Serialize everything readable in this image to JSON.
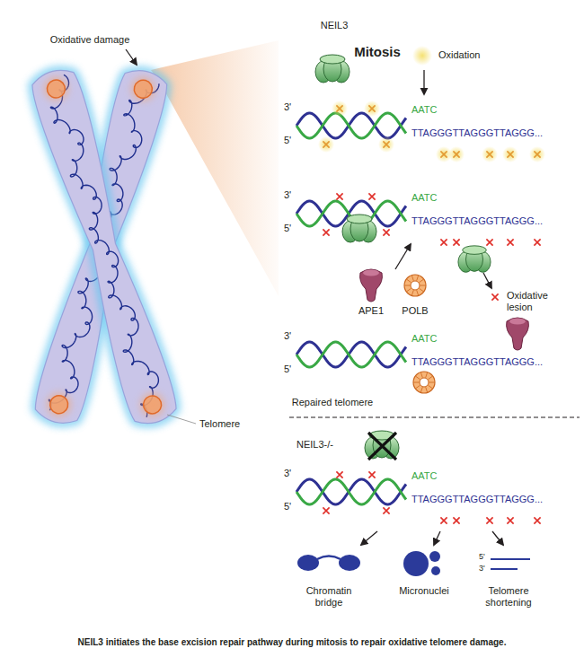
{
  "diagram": {
    "title": "Mitosis",
    "caption": "NEIL3 initiates the base excision repair pathway during mitosis to repair oxidative telomere damage.",
    "labels": [
      "Oxidative damage",
      "Telomere",
      "NEIL3",
      "Oxidation",
      "3'",
      "5'",
      "AATC",
      "TTAGGGTTAGGGTTAGGG...",
      "3'",
      "5'",
      "AATC",
      "TTAGGGTTAGGGTTAGGG...",
      "APE1",
      "POLB",
      "Oxidative lesion",
      "3'",
      "5'",
      "AATC",
      "TTAGGGTTAGGGTTAGGG...",
      "Repaired telomere",
      "NEIL3-/-",
      "3'",
      "5'",
      "AATC",
      "TTAGGGTTAGGGTTAGGG...",
      "Chromatin bridge",
      "Micronuclei",
      "Telomere shortening",
      "5'",
      "3'"
    ]
  }
}
